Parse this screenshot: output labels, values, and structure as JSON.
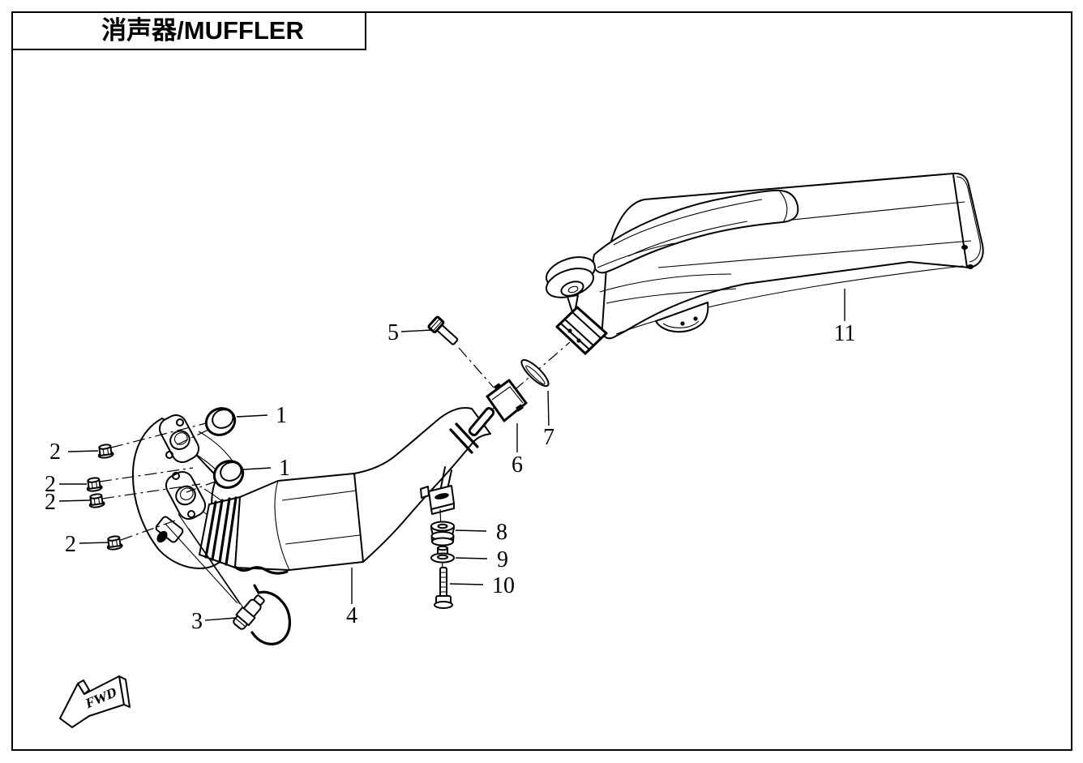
{
  "page": {
    "background_color": "#ffffff",
    "line_color": "#000000"
  },
  "title": {
    "text": "消声器/MUFFLER"
  },
  "direction_indicator": {
    "label": "FWD"
  },
  "callouts": [
    {
      "label": "1"
    },
    {
      "label": "1"
    },
    {
      "label": "2"
    },
    {
      "label": "2"
    },
    {
      "label": "2"
    },
    {
      "label": "2"
    },
    {
      "label": "3"
    },
    {
      "label": "4"
    },
    {
      "label": "5"
    },
    {
      "label": "6"
    },
    {
      "label": "7"
    },
    {
      "label": "8"
    },
    {
      "label": "9"
    },
    {
      "label": "10"
    },
    {
      "label": "11"
    }
  ]
}
